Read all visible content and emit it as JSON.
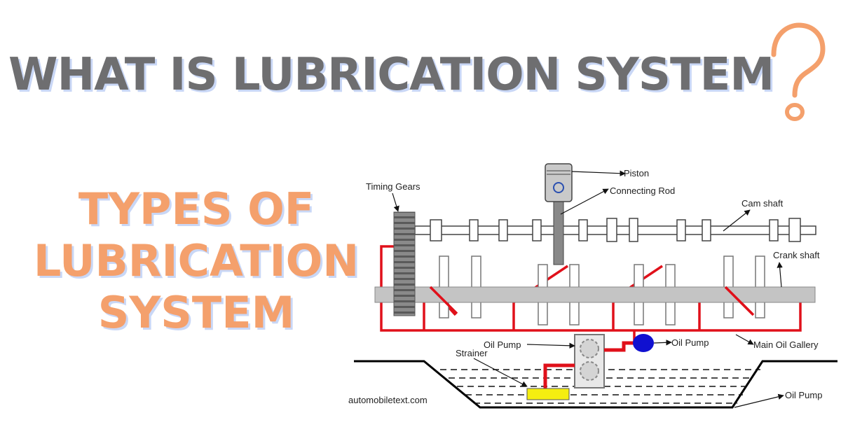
{
  "headline": "WHAT IS LUBRICATION SYSTEM",
  "subheading_lines": [
    "TYPES OF",
    "LUBRICATION",
    "SYSTEM"
  ],
  "diagram": {
    "labels": {
      "timing_gears": "Timing Gears",
      "piston": "Piston",
      "connecting_rod": "Connecting Rod",
      "cam_shaft": "Cam shaft",
      "crank_shaft": "Crank shaft",
      "oil_pump_left": "Oil Pump",
      "oil_pump_right": "Oil Pump",
      "strainer": "Strainer",
      "main_oil_gallery": "Main Oil Gallery",
      "oil_pump_sump": "Oil Pump"
    },
    "watermark": "automobiletext.com"
  },
  "colors": {
    "headline": "#6e6e70",
    "subheading": "#f4a06c",
    "question_mark": "#f4a06c",
    "text_shadow": "#c9d7f6",
    "oil_line": "#e0101a",
    "pump": "#1010d0",
    "strainer": "#f5ee10"
  },
  "icons": [
    "question-mark-icon"
  ]
}
